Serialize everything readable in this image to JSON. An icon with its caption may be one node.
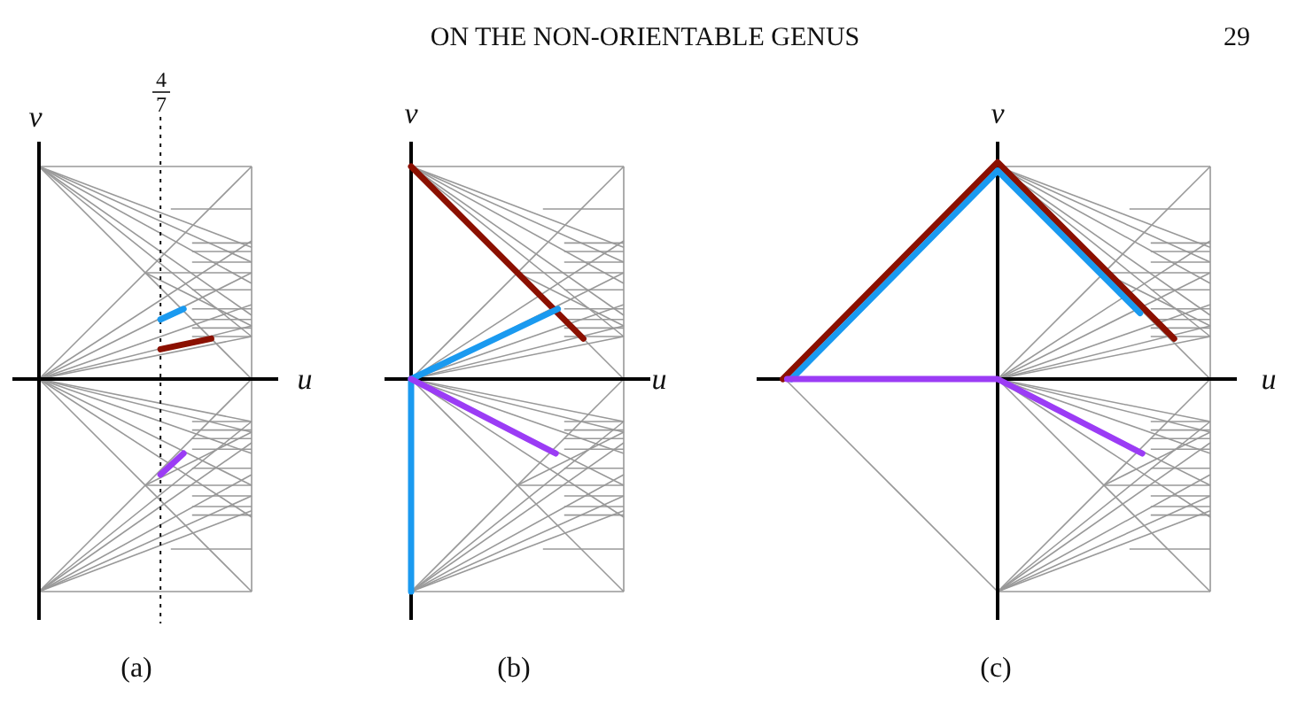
{
  "diagram": {
    "title": "ON THE NON-ORIENTABLE GENUS",
    "labels": [
      "29",
      "v",
      "4",
      "7",
      "v",
      "v",
      "u",
      "u",
      "u",
      "(a)",
      "(b)",
      "(c)"
    ]
  }
}
